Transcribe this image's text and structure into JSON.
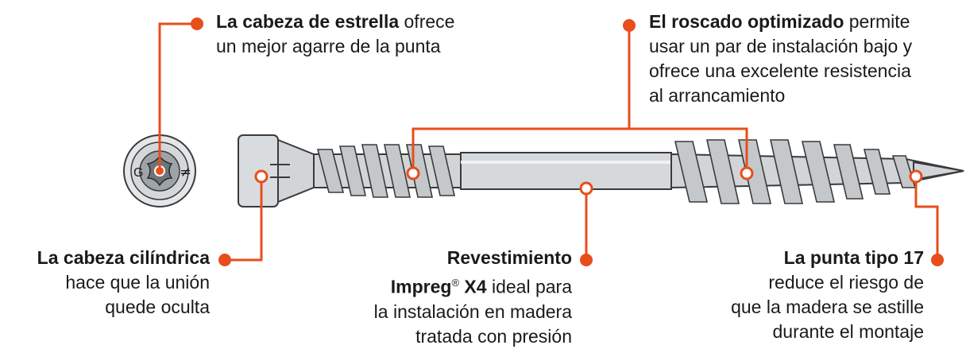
{
  "colors": {
    "accent": "#e84e1b",
    "text": "#1a1a1a",
    "steel": "#cfd3d6",
    "outline": "#3a3a3a"
  },
  "head_view": {
    "mark_left": "G",
    "mark_right": "≠"
  },
  "callouts": {
    "star_head": {
      "bold": "La cabeza de estrella",
      "rest": " ofrece",
      "line2": "un mejor agarre de la punta"
    },
    "thread": {
      "bold": "El roscado optimizado",
      "rest": " permite",
      "line2": "usar un par de instalación bajo y",
      "line3": "ofrece una excelente resistencia",
      "line4": "al arrancamiento"
    },
    "cyl_head": {
      "bold": "La cabeza cilíndrica",
      "line2": "hace que la unión",
      "line3": "quede oculta"
    },
    "coating": {
      "bold": "Revestimiento",
      "brand": "Impreg",
      "reg": "®",
      "brand2": " X4",
      "rest": " ideal para",
      "line3": "la instalación en madera",
      "line4": "tratada con presión"
    },
    "tip": {
      "bold": "La punta tipo 17",
      "line2": "reduce el riesgo de",
      "line3": "que la madera se astille",
      "line4": "durante el montaje"
    }
  }
}
